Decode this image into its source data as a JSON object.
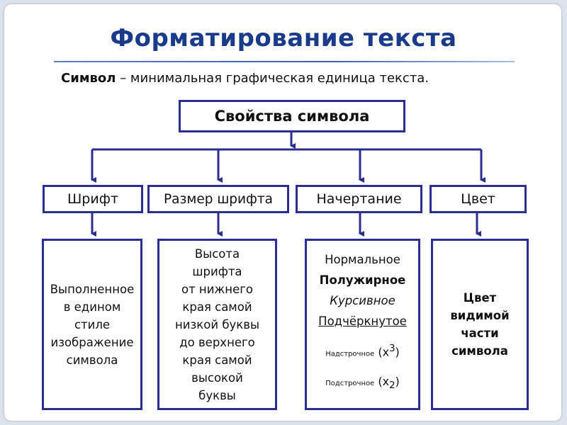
{
  "title": "Форматирование текста",
  "definition": {
    "term": "Символ",
    "text": " – минимальная графическая единица текста."
  },
  "root": {
    "label": "Свойства символа"
  },
  "categories": [
    {
      "label": "Шрифт"
    },
    {
      "label": "Размер шрифта"
    },
    {
      "label": "Начертание"
    },
    {
      "label": "Цвет"
    }
  ],
  "details": {
    "font": "Выполненное\nв едином\nстиле\nизображение\nсимвола",
    "size": "Высота\nшрифта\nот нижнего\nкрая самой\nнизкой буквы\nдо верхнего\nкрая самой\nвысокой\nбуквы",
    "style": {
      "normal": "Нормальное",
      "bold": "Полужирное",
      "italic": "Курсивное",
      "underline": "Подчёркнутое",
      "superscript_label": "Надстрочное",
      "superscript_base": "x",
      "superscript_exp": "3",
      "subscript_label": "Подстрочное",
      "subscript_base": "x",
      "subscript_exp": "2"
    },
    "color": "Цвет\nвидимой\nчасти\nсимвола"
  },
  "colors": {
    "title": "#1a3b8a",
    "border": "#2c2e8f",
    "connector": "#2c2e8f"
  }
}
